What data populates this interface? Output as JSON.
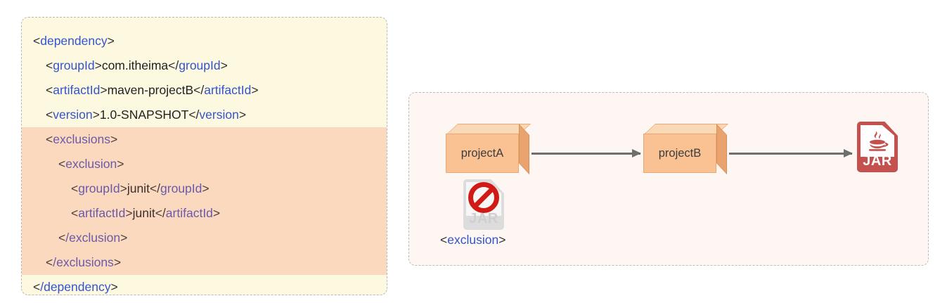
{
  "code_panel": {
    "name": "maven-dependency-exclusion-xml",
    "background_color": "#fdf8e0",
    "highlight_color": "#fbd9bf",
    "lines": [
      {
        "indent": 0,
        "highlight": false,
        "open_bracket": "<",
        "tag": "dependency",
        "close_bracket": ">",
        "text": "<dependency>"
      },
      {
        "indent": 1,
        "highlight": false,
        "tag": "groupId",
        "value": "com.itheima",
        "text": "<groupId>com.itheima</groupId>"
      },
      {
        "indent": 1,
        "highlight": false,
        "tag": "artifactId",
        "value": "maven-projectB",
        "text": "<artifactId>maven-projectB</artifactId>"
      },
      {
        "indent": 1,
        "highlight": false,
        "tag": "version",
        "value": "1.0-SNAPSHOT",
        "text": "<version>1.0-SNAPSHOT</version>"
      },
      {
        "indent": 1,
        "highlight": true,
        "tag": "exclusions",
        "text": "<exclusions>"
      },
      {
        "indent": 2,
        "highlight": true,
        "tag": "exclusion",
        "text": "<exclusion>"
      },
      {
        "indent": 3,
        "highlight": true,
        "tag": "groupId",
        "value": "junit",
        "text": "<groupId>junit</groupId>"
      },
      {
        "indent": 3,
        "highlight": true,
        "tag": "artifactId",
        "value": "junit",
        "text": "<artifactId>junit</artifactId>"
      },
      {
        "indent": 2,
        "highlight": true,
        "tag": "/exclusion",
        "text": "</exclusion>"
      },
      {
        "indent": 1,
        "highlight": true,
        "tag": "/exclusions",
        "text": "</exclusions>"
      },
      {
        "indent": 0,
        "highlight": false,
        "tag": "/dependency",
        "text": "</dependency>"
      }
    ]
  },
  "diagram_panel": {
    "name": "dependency-exclusion-diagram",
    "background_color": "#fdf6f2",
    "nodes": [
      {
        "id": "projectA",
        "label": "projectA",
        "type": "module-box"
      },
      {
        "id": "projectB",
        "label": "projectB",
        "type": "module-box"
      },
      {
        "id": "jar",
        "label": "JAR",
        "type": "jar-file",
        "color": "#c4514e"
      },
      {
        "id": "excluded-jar",
        "label": "JAR",
        "type": "jar-file-excluded",
        "color": "#dcdcdc"
      }
    ],
    "edges": [
      {
        "from": "projectA",
        "to": "projectB",
        "color": "#6e6e6e"
      },
      {
        "from": "projectB",
        "to": "jar",
        "color": "#6e6e6e"
      }
    ],
    "exclusion_caption": {
      "open_bracket": "<",
      "tag": "exclusion",
      "close_bracket": ">",
      "text": "<exclusion>"
    }
  }
}
